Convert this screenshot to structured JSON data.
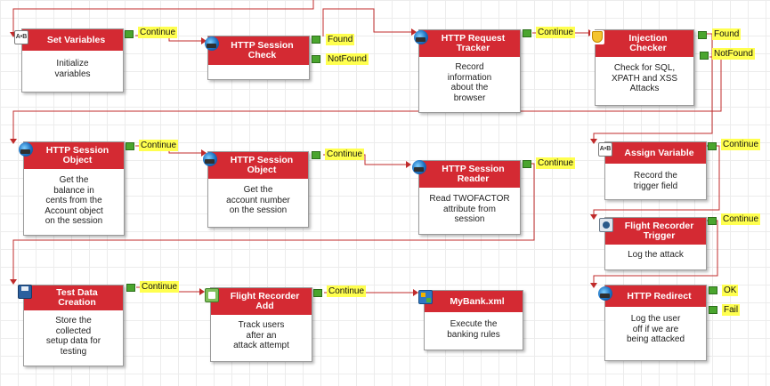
{
  "colors": {
    "header": "#d42a33",
    "wire": "#c02b2b",
    "port": "#4aa52e",
    "label_bg": "#ffff4f"
  },
  "nodes": [
    {
      "id": "n1",
      "icon": "ab-variable-icon",
      "title": "Set Variables",
      "desc": "Initialize\nvariables",
      "ports": [
        {
          "label": "Continue"
        }
      ]
    },
    {
      "id": "n2",
      "icon": "globe-icon",
      "title": "HTTP Session\nCheck",
      "desc": "",
      "ports": [
        {
          "label": "Found"
        },
        {
          "label": "NotFound"
        }
      ]
    },
    {
      "id": "n3",
      "icon": "globe-icon",
      "title": "HTTP Request\nTracker",
      "desc": "Record\ninformation\nabout the\nbrowser",
      "ports": [
        {
          "label": "Continue"
        }
      ]
    },
    {
      "id": "n4",
      "icon": "shield-icon",
      "title": "Injection\nChecker",
      "desc": "Check for SQL,\nXPATH and XSS\nAttacks",
      "ports": [
        {
          "label": "Found"
        },
        {
          "label": "NotFound"
        }
      ]
    },
    {
      "id": "n5",
      "icon": "globe-icon",
      "title": "HTTP Session\nObject",
      "desc": "Get the\nbalance in\ncents from the\nAccount object\non the session",
      "ports": [
        {
          "label": "Continue"
        }
      ]
    },
    {
      "id": "n6",
      "icon": "globe-icon",
      "title": "HTTP Session\nObject",
      "desc": "Get the\naccount number\non the session",
      "ports": [
        {
          "label": "Continue"
        }
      ]
    },
    {
      "id": "n7",
      "icon": "globe-icon",
      "title": "HTTP Session\nReader",
      "desc": "Read TWOFACTOR\nattribute from\nsession",
      "ports": [
        {
          "label": "Continue"
        }
      ]
    },
    {
      "id": "n8",
      "icon": "ab-variable-icon",
      "title": "Assign Variable",
      "desc": "Record the\ntrigger field",
      "ports": [
        {
          "label": "Continue"
        }
      ]
    },
    {
      "id": "n9",
      "icon": "camera-icon",
      "title": "Flight Recorder\nTrigger",
      "desc": "Log the attack",
      "ports": [
        {
          "label": "Continue"
        }
      ]
    },
    {
      "id": "n10",
      "icon": "floppy-icon",
      "title": "Test Data\nCreation",
      "desc": "Store the\ncollected\nsetup data for\ntesting",
      "ports": [
        {
          "label": "Continue"
        }
      ]
    },
    {
      "id": "n11",
      "icon": "recorder-icon",
      "title": "Flight Recorder\nAdd",
      "desc": "Track users\nafter an\nattack attempt",
      "ports": [
        {
          "label": "Continue"
        }
      ]
    },
    {
      "id": "n12",
      "icon": "xml-file-icon",
      "title": "MyBank.xml",
      "desc": "Execute the\nbanking rules",
      "ports": []
    },
    {
      "id": "n13",
      "icon": "globe-icon",
      "title": "HTTP Redirect",
      "desc": "Log the user\noff if we are\nbeing attacked",
      "ports": [
        {
          "label": "OK"
        },
        {
          "label": "Fail"
        }
      ]
    }
  ]
}
